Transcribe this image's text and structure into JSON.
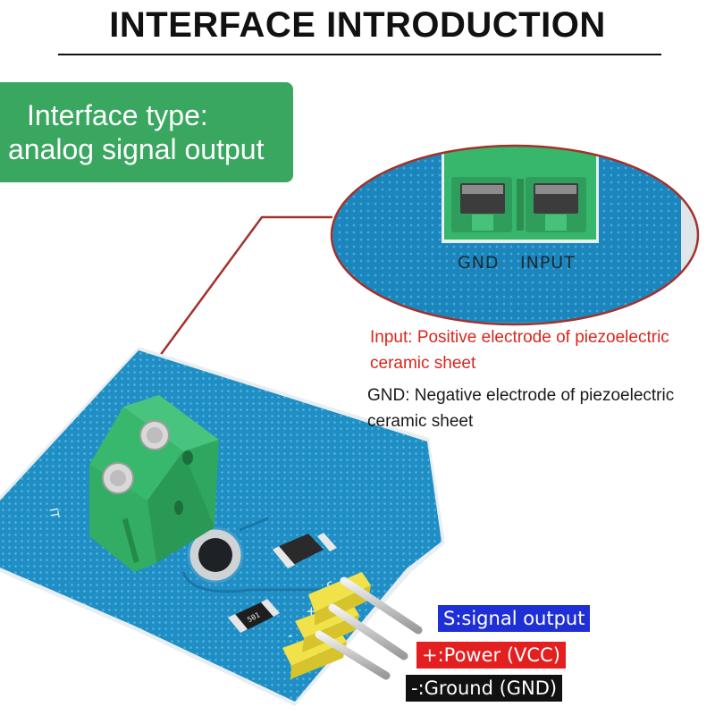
{
  "header": {
    "title": "INTERFACE INTRODUCTION"
  },
  "interface_box": {
    "line1": "Interface type:",
    "line2": "analog signal output"
  },
  "zoom_callout": {
    "gnd_label": "GND",
    "input_label": "INPUT"
  },
  "descriptions": {
    "input": "Input: Positive electrode of piezoelectric ceramic sheet",
    "gnd": "GND: Negative electrode of piezoelectric ceramic sheet"
  },
  "pins": {
    "signal": "S:signal output",
    "power": "+:Power (VCC)",
    "ground": "-:Ground (GND)"
  },
  "board_markings": {
    "resistor_code": "501",
    "pin_s": "S",
    "pin_plus": "+",
    "pin_minus": "-"
  },
  "colors": {
    "board_blue": "#1f8ec4",
    "terminal_green": "#35b56a",
    "pointer_red": "#a3322d",
    "signal_bg": "#1f2fd6",
    "power_bg": "#e41f1f",
    "ground_bg": "#111111"
  }
}
